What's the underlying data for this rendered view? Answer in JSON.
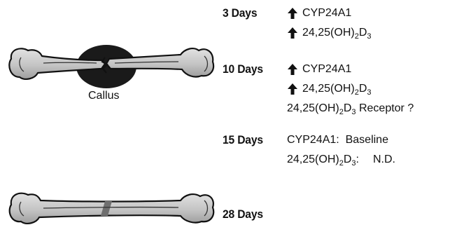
{
  "diagram": {
    "callus_label": "Callus",
    "stages": [
      {
        "day": "3 Days",
        "lines": [
          {
            "arrow": true,
            "text": "CYP24A1"
          },
          {
            "arrow": true,
            "pre": "24,25(OH)",
            "sub1": "2",
            "mid": "D",
            "sub2": "3",
            "post": ""
          }
        ]
      },
      {
        "day": "10 Days",
        "lines": [
          {
            "arrow": true,
            "text": "CYP24A1"
          },
          {
            "arrow": true,
            "pre": "24,25(OH)",
            "sub1": "2",
            "mid": "D",
            "sub2": "3",
            "post": ""
          },
          {
            "arrow": false,
            "pre": "24,25(OH)",
            "sub1": "2",
            "mid": "D",
            "sub2": "3",
            "post": " Receptor ?"
          }
        ]
      },
      {
        "day": "15 Days",
        "lines": [
          {
            "arrow": false,
            "text": "CYP24A1:  Baseline"
          },
          {
            "arrow": false,
            "pre": "24,25(OH)",
            "sub1": "2",
            "mid": "D",
            "sub2": "3",
            "post": ":",
            "value": "N.D."
          }
        ]
      },
      {
        "day": "28 Days",
        "lines": []
      }
    ],
    "colors": {
      "bone_fill": "#c9c9c9",
      "bone_shadow": "#9a9a9a",
      "callus": "#1a1a1a",
      "healed_band": "#6f6f6f"
    }
  }
}
